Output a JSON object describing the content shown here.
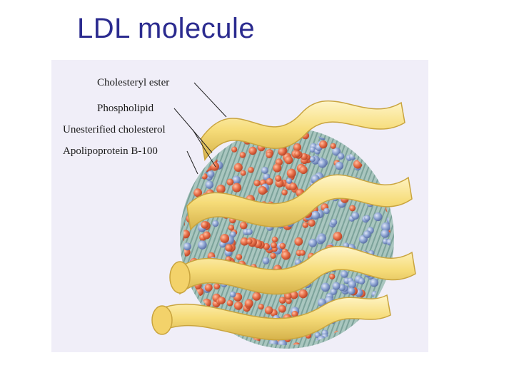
{
  "slide": {
    "title": "LDL molecule"
  },
  "diagram": {
    "labels": [
      "Cholesteryl ester",
      "Phospholipid",
      "Unesterified cholesterol",
      "Apolipoprotein B-100"
    ],
    "colors": {
      "background_page": "#f0eef8",
      "cholesteryl_ester_spheres": "#e8704a",
      "phospholipid_heads": "#8fa6d4",
      "phospholipid_tails": "#8fb3ad",
      "apolipoprotein_ribbon": "#f7e08a"
    }
  }
}
